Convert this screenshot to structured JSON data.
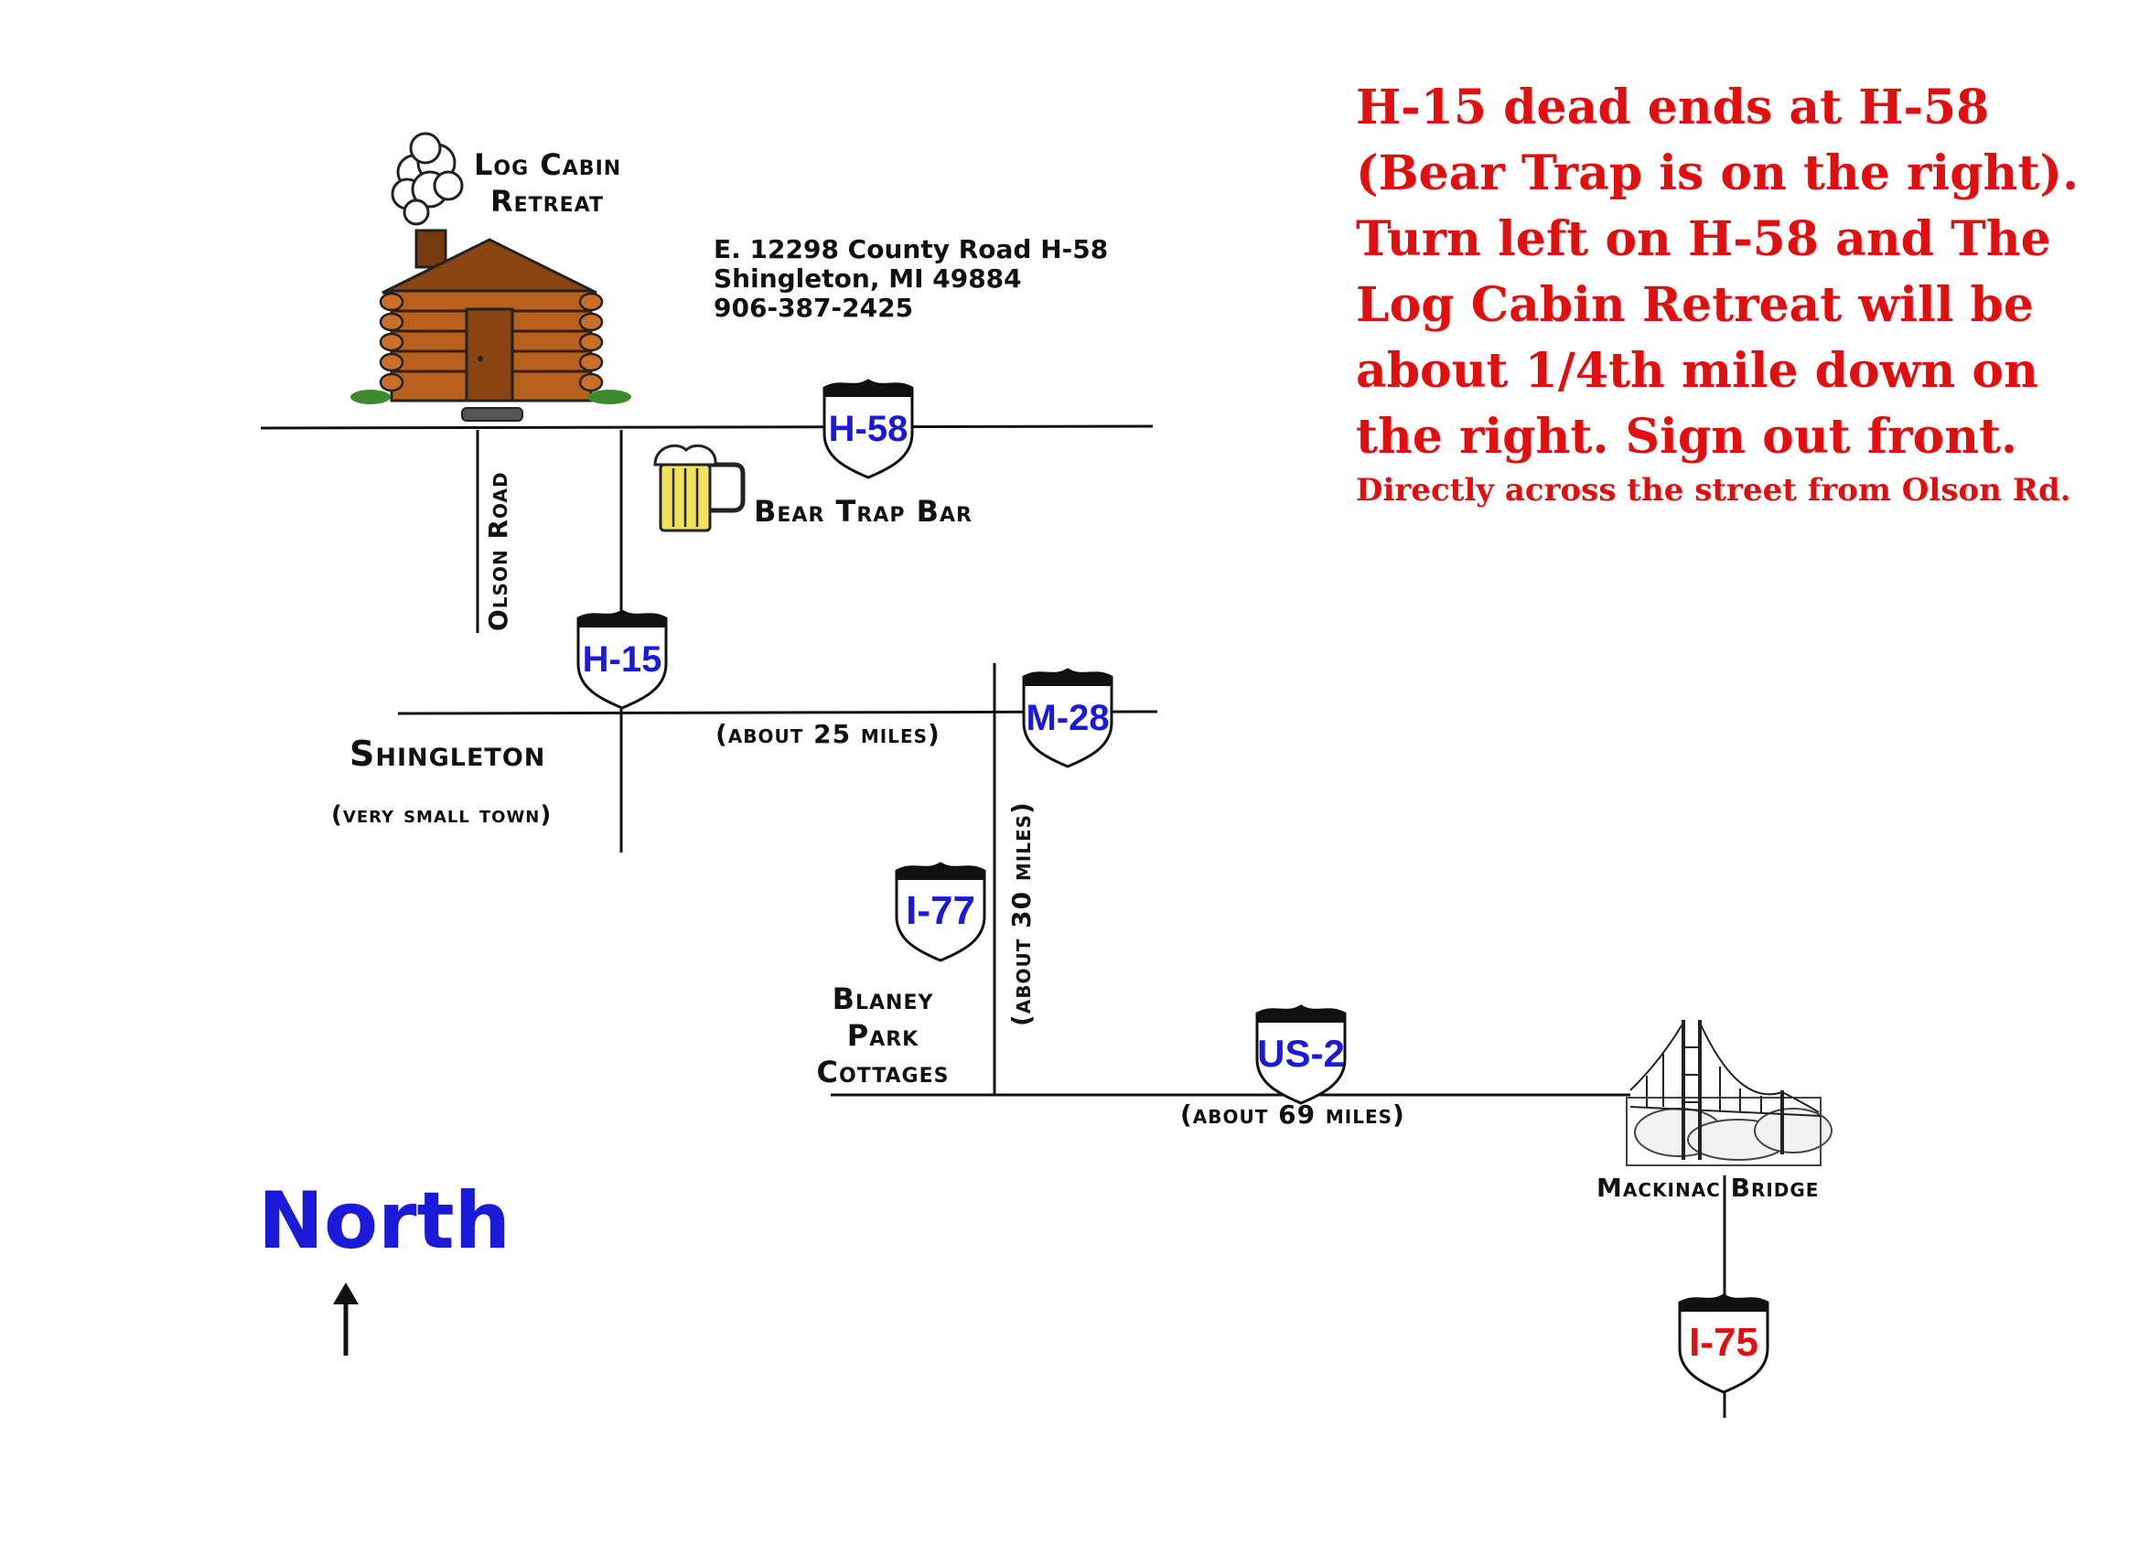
{
  "place": {
    "name_line1": "Log Cabin",
    "name_line2": "Retreat",
    "address": [
      "E. 12298 County Road H-58",
      "Shingleton, MI 49884",
      "906-387-2425"
    ]
  },
  "directions": {
    "lines": [
      "H-15 dead ends at H-58",
      "(Bear Trap is on the right).",
      "Turn left on H-58 and The",
      "Log Cabin Retreat will be",
      "about 1/4th mile down on",
      "the right.  Sign out front."
    ],
    "note": "Directly across the street from Olson Rd."
  },
  "roads": {
    "h58": "H-58",
    "h15": "H-15",
    "m28": "M-28",
    "i77": "I-77",
    "us2": "US-2",
    "i75": "I-75",
    "olson": "Olson Road"
  },
  "landmarks": {
    "bear_trap": "Bear Trap Bar",
    "shingleton": "Shingleton",
    "shingleton_note": "(very small town)",
    "blaney_line1": "Blaney",
    "blaney_line2": "Park",
    "blaney_line3": "Cottages",
    "mackinac": "Mackinac Bridge"
  },
  "distances": {
    "m28_leg": "(about 25 miles)",
    "i77_leg": "(about 30 miles)",
    "us2_leg": "(about 69 miles)"
  },
  "compass": {
    "label": "North"
  },
  "colors": {
    "shield_blue_text": "#1a1ad8",
    "shield_red_text": "#e01010",
    "directions_text": "#e01010",
    "north_text": "#1a1ad8",
    "cabin_wood": "#b8601e",
    "beer_mug": "#f2e15a"
  }
}
